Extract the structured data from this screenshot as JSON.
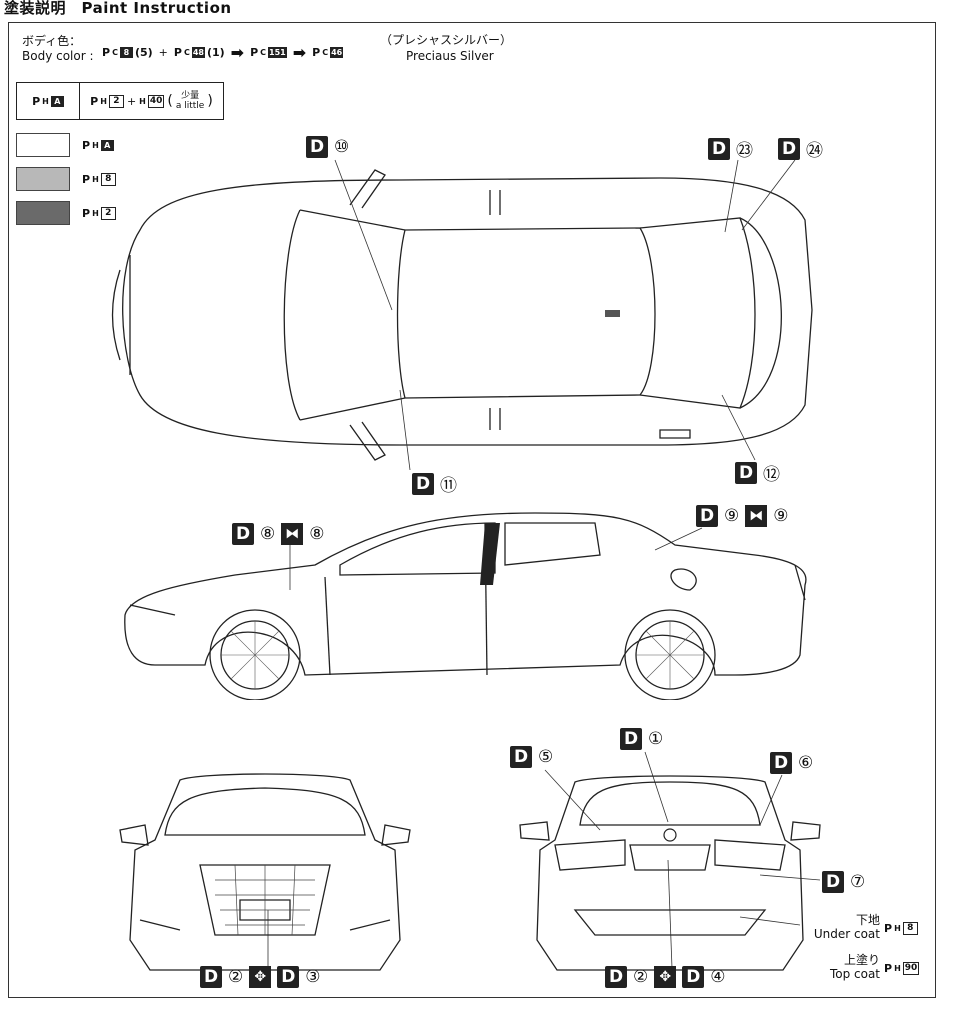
{
  "title": "塗装説明　Paint Instruction",
  "body_color": {
    "jp_label": "ボディ色：",
    "en_label": "Body color :",
    "formula": [
      {
        "prefix": "P",
        "sub": "C",
        "code": "8",
        "qty": "(5)"
      },
      {
        "op": "+"
      },
      {
        "prefix": "P",
        "sub": "C",
        "code": "48",
        "qty": "(1)"
      },
      {
        "op": "arrow"
      },
      {
        "prefix": "P",
        "sub": "C",
        "code": "151"
      },
      {
        "op": "arrow"
      },
      {
        "prefix": "P",
        "sub": "C",
        "code": "46"
      }
    ],
    "color_name_jp": "（プレシャスシルバー）",
    "color_name_en": "Preciaus Silver"
  },
  "mix_box": {
    "left": {
      "prefix": "P",
      "sub": "H",
      "code": "A"
    },
    "right": {
      "prefix": "P",
      "sub": "H",
      "code": "2",
      "plus": "+",
      "sub2": "H",
      "code2": "40",
      "note_jp": "少量",
      "note_en": "a little"
    }
  },
  "legend": [
    {
      "color": "#ffffff",
      "prefix": "P",
      "sub": "H",
      "code": "A"
    },
    {
      "color": "#b8b8b8",
      "prefix": "P",
      "sub": "H",
      "code": "8"
    },
    {
      "color": "#6a6a6a",
      "prefix": "P",
      "sub": "H",
      "code": "2"
    }
  ],
  "decals": {
    "d10": {
      "letter": "D",
      "num": "⑩"
    },
    "d23": {
      "letter": "D",
      "num": "㉓"
    },
    "d24": {
      "letter": "D",
      "num": "㉔"
    },
    "d11": {
      "letter": "D",
      "num": "⑪"
    },
    "d12": {
      "letter": "D",
      "num": "⑫"
    },
    "d8": {
      "letter": "D",
      "num": "⑧",
      "num2": "⑧"
    },
    "d9": {
      "letter": "D",
      "num": "⑨",
      "num2": "⑨"
    },
    "d1": {
      "letter": "D",
      "num": "①"
    },
    "d5": {
      "letter": "D",
      "num": "⑤"
    },
    "d6": {
      "letter": "D",
      "num": "⑥"
    },
    "d7": {
      "letter": "D",
      "num": "⑦"
    },
    "d2a": {
      "letter": "D",
      "num": "②",
      "letter2": "D",
      "num2": "③"
    },
    "d2b": {
      "letter": "D",
      "num": "②",
      "letter2": "D",
      "num2": "④"
    }
  },
  "coats": {
    "under_jp": "下地",
    "under_en": "Under coat",
    "under_code": {
      "prefix": "P",
      "sub": "H",
      "code": "8"
    },
    "top_jp": "上塗り",
    "top_en": "Top coat",
    "top_code": {
      "prefix": "P",
      "sub": "H",
      "code": "90"
    }
  }
}
